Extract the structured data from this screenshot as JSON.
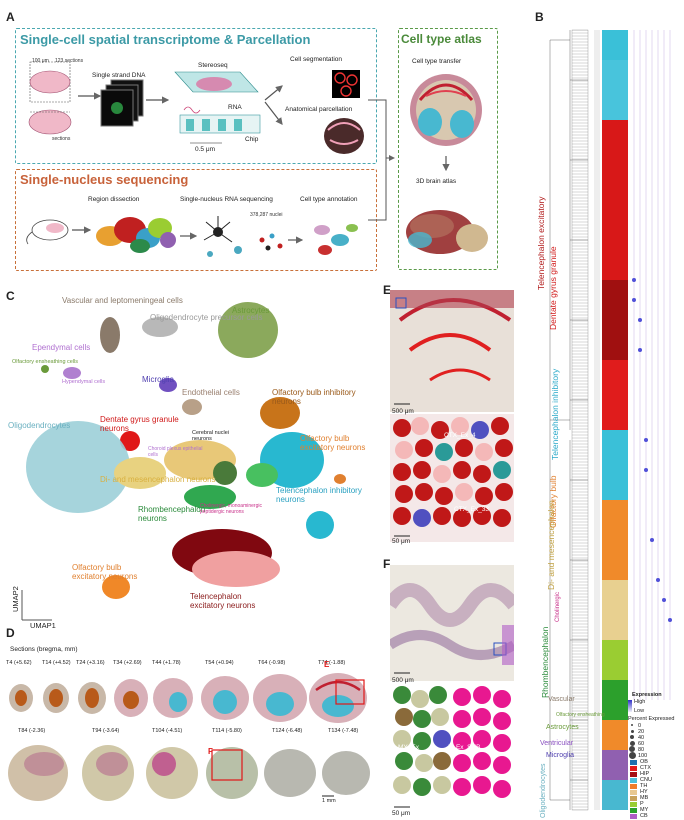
{
  "panels": {
    "a": "A",
    "b": "B",
    "c": "C",
    "d": "D",
    "e": "E",
    "f": "F"
  },
  "panel_a": {
    "title_spatial": "Single-cell spatial transcriptome & Parcellation",
    "title_snuc": "Single-nucleus sequencing",
    "title_atlas": "Cell type atlas",
    "labels": {
      "um100": "100 μm",
      "sections123": "123 sections",
      "sections": "sections",
      "ssdna": "Single strand DNA",
      "stereoseq": "Stereoseq",
      "rna": "RNA",
      "chip": "Chip",
      "scale05": "0.5 μm",
      "cellseg": "Cell segmentation",
      "anatparc": "Anatomical parcellation",
      "celltransfer": "Cell type transfer",
      "atlas3d": "3D brain atlas",
      "region": "Region dissection",
      "snrnaseq": "Single-nucleus RNA sequencing",
      "nuclei": "378,287 nuclei",
      "annotation": "Cell type annotation"
    }
  },
  "panel_c": {
    "clusters": {
      "vascular": "Vascular and leptomeningeal cells",
      "opc": "Oligodendrocyte precursor cells",
      "astro": "Astrocytes",
      "ependymal": "Ependymal cells",
      "olfens": "Olfactory ensheathing cells",
      "hypend": "Hypendymal cells",
      "microglia": "Microglia",
      "endothelial": "Endothelial cells",
      "olfinh": "Olfactory bulb inhibitory neurons",
      "oligo": "Oligodendrocytes",
      "dentate": "Dentate gyrus granule neurons",
      "chor": "Choroid plexus epithelial cells",
      "cnn": "Cerebral nuclei neurons",
      "olfexc": "Olfactory bulb excitatory neurons",
      "dimes": "Di- and mesencephalon neurons",
      "rhomb": "Rhombencephalon neurons",
      "chol": "Cholinergic, monoaminergic peptidergic neurons",
      "telinh": "Telencephalon inhibitory neurons",
      "olfexc2": "Olfactory bulb excitatory neurons",
      "telexc": "Telencephalon excitatory neurons"
    },
    "umap1": "UMAP1",
    "umap2": "UMAP2"
  },
  "panel_d": {
    "header": "Sections (bregma, mm)",
    "row1": [
      "T4 (+5.62)",
      "T14 (+4.52)",
      "T24 (+3.16)",
      "T34 (+2.69)",
      "T44 (+1.78)",
      "T54 (+0.94)",
      "T64 (-0.98)",
      "T74 (-1.88)"
    ],
    "row2": [
      "T84 (-2.36)",
      "T94 (-3.64)",
      "T104 (-4.51)",
      "T114 (-5.80)",
      "T124 (-6.48)",
      "T134 (-7.48)"
    ],
    "callout_e": "E",
    "callout_f": "F",
    "scale": "1 mm"
  },
  "panel_e": {
    "scale_top": "500 μm",
    "scale_bottom": "50 μm",
    "lab1": "CTX_Ex_4",
    "lab2": "CTX_Ex_33"
  },
  "panel_f": {
    "scale_top": "500 μm",
    "scale_bottom": "50 μm",
    "lab1": "MY_Ex",
    "lab2": "P_Ex_SUB"
  },
  "panel_b": {
    "groups": {
      "telexc": "Telencephalon excitatory",
      "dentate": "Dentate gyrus granule",
      "telinh": "Telencephalon inhibitory",
      "olfbulb": "Olfactory bulb",
      "dimes": "Di- and mesencephalon",
      "chol": "Cholinergic",
      "rhomb": "Rhombencephalon",
      "vascular": "Vascular",
      "olfens": "Olfactory ensheathing",
      "astro": "Astrocytes",
      "ventr": "Ventricular",
      "microglia": "Microglia",
      "oligo": "Oligodendrocytes"
    },
    "legend": {
      "expr_title": "Expression",
      "high": "High",
      "low": "Low",
      "pct_title": "Percent Expressed",
      "pcts": [
        "0",
        "20",
        "40",
        "60",
        "80",
        "100"
      ],
      "regions": [
        {
          "name": "OB",
          "color": "#1f6fb0"
        },
        {
          "name": "CTX",
          "color": "#e41a1c"
        },
        {
          "name": "HIP",
          "color": "#a50f15"
        },
        {
          "name": "CNU",
          "color": "#4dbfdb"
        },
        {
          "name": "TH",
          "color": "#f07c2b"
        },
        {
          "name": "HY",
          "color": "#e8c890"
        },
        {
          "name": "MB",
          "color": "#c8a25a"
        },
        {
          "name": "P",
          "color": "#9acd32"
        },
        {
          "name": "MY",
          "color": "#2ca02c"
        },
        {
          "name": "CB",
          "color": "#b05cc6"
        }
      ]
    }
  }
}
